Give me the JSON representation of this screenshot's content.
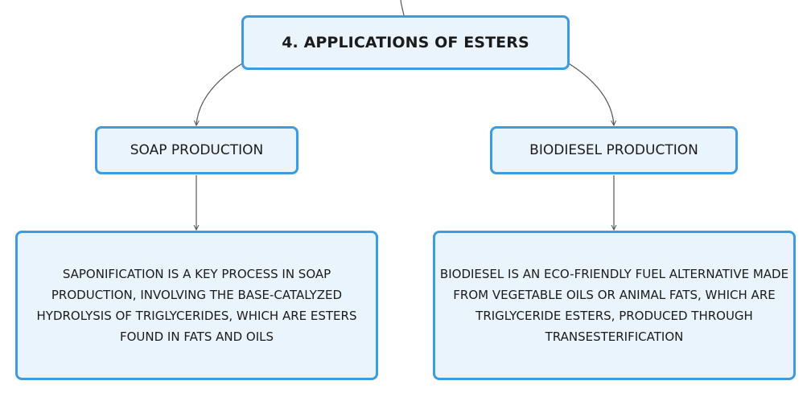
{
  "diagram": {
    "root": {
      "label": "4. APPLICATIONS OF ESTERS"
    },
    "branches": [
      {
        "label": "SOAP PRODUCTION",
        "detail": "SAPONIFICATION IS A KEY PROCESS IN SOAP PRODUCTION, INVOLVING THE BASE-CATALYZED HYDROLYSIS OF TRIGLYCERIDES, WHICH ARE ESTERS FOUND IN FATS AND OILS"
      },
      {
        "label": "BIODIESEL PRODUCTION",
        "detail": "BIODIESEL IS AN ECO-FRIENDLY FUEL ALTERNATIVE MADE FROM VEGETABLE OILS OR ANIMAL FATS, WHICH ARE TRIGLYCERIDE ESTERS, PRODUCED THROUGH TRANSESTERIFICATION"
      }
    ],
    "colors": {
      "node_fill": "#eaf4fc",
      "node_border": "#3d9be0",
      "connector": "#555555",
      "text": "#1b1b1b"
    }
  }
}
